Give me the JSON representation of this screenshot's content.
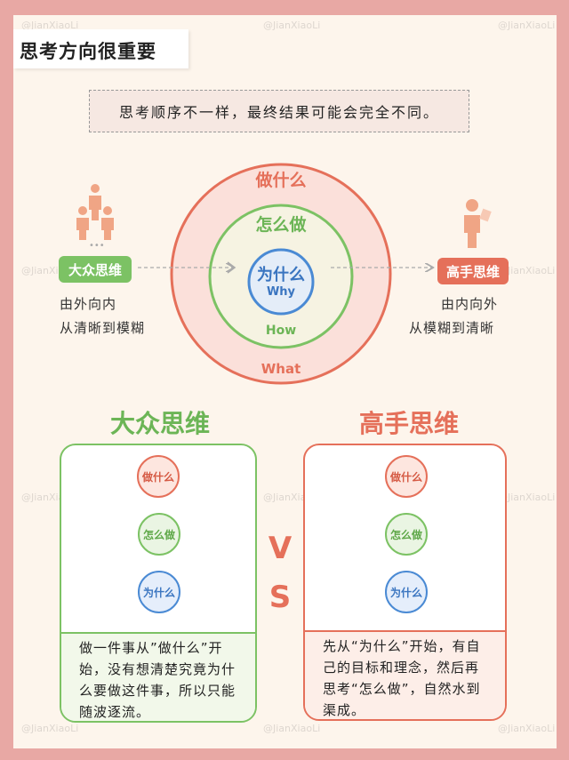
{
  "title": "思考方向很重要",
  "subtitle": "思考顺序不一样，最终结果可能会完全不同。",
  "watermark": "@JianXiaoLi",
  "circles": {
    "outer_cn": "做什么",
    "outer_en": "What",
    "middle_cn": "怎么做",
    "middle_en": "How",
    "inner_cn": "为什么",
    "inner_en": "Why"
  },
  "left": {
    "tag": "大众思维",
    "line1": "由外向内",
    "line2": "从清晰到模糊"
  },
  "right": {
    "tag": "高手思维",
    "line1": "由内向外",
    "line2": "从模糊到清晰"
  },
  "compare": {
    "left_title": "大众思维",
    "right_title": "高手思维",
    "vs_v": "V",
    "vs_s": "S",
    "mini": {
      "red": "做什么",
      "green": "怎么做",
      "blue": "为什么"
    },
    "left_text": "做一件事从”做什么”开始，没有想清楚究竟为什么要做这件事，所以只能随波逐流。",
    "right_text": "先从“为什么”开始，有自己的目标和理念，然后再思考“怎么做”，自然水到渠成。"
  },
  "colors": {
    "red": "#e5705a",
    "green": "#7cc264",
    "blue": "#4a8ad4",
    "border": "#e8a8a4"
  }
}
